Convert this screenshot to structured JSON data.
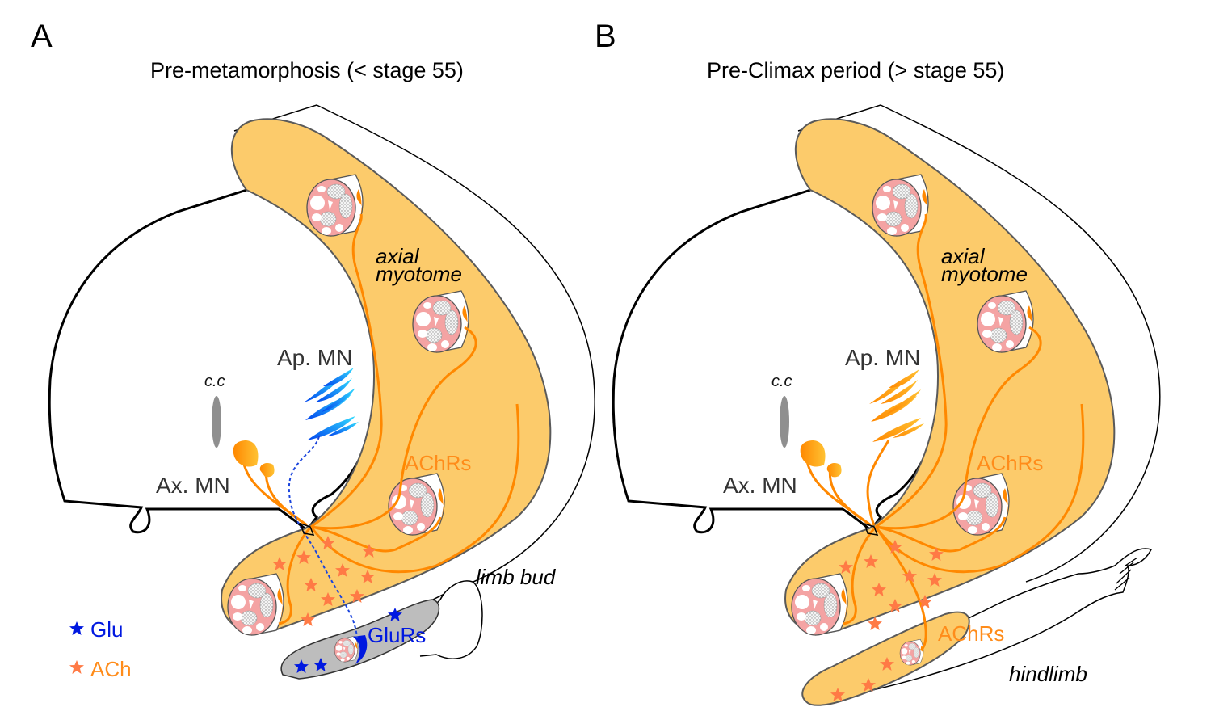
{
  "colors": {
    "myotome": "#FCCB6B",
    "myotome_stroke": "#5a5a5a",
    "nerve_orange": "#FF8800",
    "ach_star": "#FF7A45",
    "glu_blue": "#0018E0",
    "achrs_text": "#FF8C1A",
    "muscle_pink": "#F4A3A3",
    "cc_gray": "#8f8f8f",
    "limb_bud_gray": "#BDBDBD"
  },
  "panels": [
    {
      "letter": "A",
      "title": "Pre-metamorphosis (< stage 55)",
      "labels": {
        "myotome_1": "axial",
        "myotome_2": "myotome",
        "ap_mn": "Ap. MN",
        "ax_mn": "Ax. MN",
        "cc": "c.c",
        "receptors": "AChRs",
        "limb_receptors": "GluRs",
        "limb": "limb bud"
      },
      "ap_mn_color": "blue",
      "ap_mn_projection": "dashed glutamatergic axon to limb bud"
    },
    {
      "letter": "B",
      "title": "Pre-Climax period (> stage 55)",
      "labels": {
        "myotome_1": "axial",
        "myotome_2": "myotome",
        "ap_mn": "Ap. MN",
        "ax_mn": "Ax. MN",
        "cc": "c.c",
        "receptors": "AChRs",
        "limb_receptors": "AChRs",
        "limb": "hindlimb"
      },
      "ap_mn_color": "orange",
      "ap_mn_projection": "cholinergic axon to hindlimb"
    }
  ],
  "legend": [
    {
      "icon": "blue-star-icon",
      "label": "Glu"
    },
    {
      "icon": "orange-star-icon",
      "label": "ACh"
    }
  ]
}
